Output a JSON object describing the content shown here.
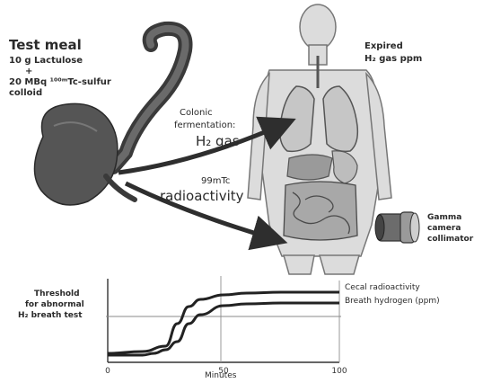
{
  "test_meal": {
    "title": "Test meal",
    "line1": "10 g Lactulose",
    "plus": "+",
    "line2": "20 MBq ¹⁰⁰ᵐTc-sulfur",
    "line3": "colloid"
  },
  "expired": {
    "line1": "Expired",
    "line2": "H₂ gas ppm"
  },
  "colonic": {
    "line1": "Colonic",
    "line2": "fermentation:",
    "line3": "H₂ gas"
  },
  "radio": {
    "iso": "99mTc",
    "label": "radioactivity"
  },
  "gamma": {
    "line1": "Gamma",
    "line2": "camera",
    "line3": "collimator"
  },
  "threshold": {
    "line1": "Threshold",
    "line2": "for abnormal",
    "line3": "H₂ breath test"
  },
  "legend": {
    "cecal": "Cecal radioactivity",
    "breath": "Breath hydrogen (ppm)"
  },
  "chart_data": {
    "type": "line",
    "x_ticks": [
      "0",
      "50",
      "100"
    ],
    "xlabel": "Minutes",
    "xlim": [
      0,
      100
    ],
    "ylim": [
      0,
      10
    ],
    "threshold": 5.1,
    "series": [
      {
        "name": "Cecal radioactivity",
        "x": [
          0,
          15,
          25,
          30,
          35,
          40,
          50,
          60,
          75,
          100
        ],
        "y": [
          1.0,
          1.2,
          1.8,
          4.3,
          6.2,
          7.0,
          7.5,
          7.7,
          7.8,
          7.8
        ]
      },
      {
        "name": "Breath hydrogen (ppm)",
        "x": [
          0,
          15,
          20,
          25,
          30,
          35,
          40,
          50,
          60,
          75,
          100
        ],
        "y": [
          0.8,
          0.8,
          1.0,
          1.4,
          2.3,
          4.3,
          5.3,
          6.3,
          6.5,
          6.6,
          6.6
        ]
      }
    ]
  }
}
